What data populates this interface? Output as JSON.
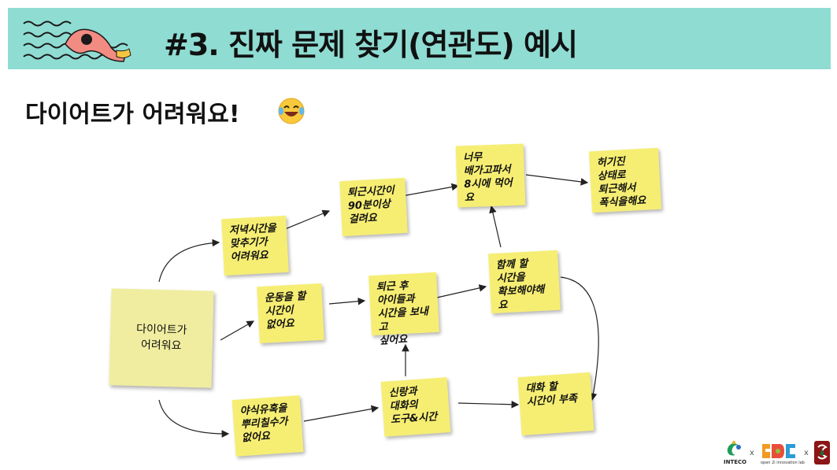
{
  "banner": {
    "title": "#3. 진짜 문제 찾기(연관도) 예시",
    "color": "#8fdcd3"
  },
  "subtitle": "다이어트가 어려워요!",
  "notes": {
    "main": "다이어트가\n어려워요",
    "dinner_time": "저녁시간을\n맞추기가\n어려워요",
    "commute": "퇴근시간이\n90분이상\n걸려요",
    "too_hungry": "너무\n배가고파서\n8시에 먹어요",
    "binge": "허기진\n상태로\n퇴근해서\n폭식을해요",
    "no_exercise_time": "운동을 할\n시간이\n없어요",
    "kids_time": "퇴근 후\n아이들과\n시간을 보내고\n싶어요",
    "secure_time": "함께 할\n시간을\n확보해야해요",
    "late_snack": "야식유혹을\n뿌리칠수가\n없어요",
    "trust_tools": "신랑과\n대화의\n도구&시간",
    "lack_talk": "대화 할\n시간이 부족"
  },
  "colors": {
    "note": "#f6ee73",
    "main_note": "#f0eda0",
    "arrow": "#222222"
  },
  "logos": {
    "inteco": "INTECO",
    "spi_caption": "open 2i innovation lab",
    "separator": "x"
  }
}
